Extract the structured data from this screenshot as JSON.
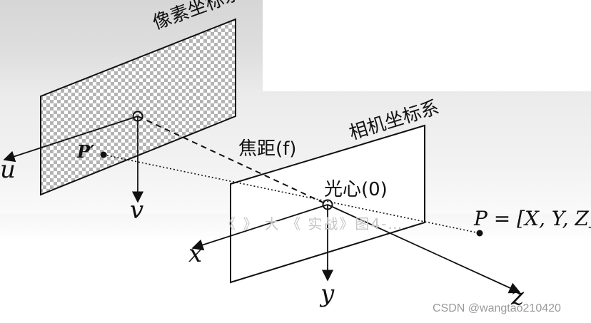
{
  "labels": {
    "pixel_frame": "像素坐标系",
    "camera_frame": "相机坐标系",
    "focal_length": "焦距(f)",
    "optical_center": "光心(0)",
    "projected_point": "P′",
    "world_point": "P = [X, Y, Z]",
    "pixel_axis_u": "u",
    "pixel_axis_v": "v",
    "camera_axis_x": "x",
    "camera_axis_y": "y",
    "camera_axis_z": "z"
  },
  "overlay_text": "《  》  大  《 实战》图4-…",
  "watermark": "CSDN @wangtao210420",
  "colors": {
    "line": "#111111",
    "checker_light": "#ffffff",
    "checker_dark": "#b4b4b4",
    "watermark": "#9a9a9a"
  }
}
